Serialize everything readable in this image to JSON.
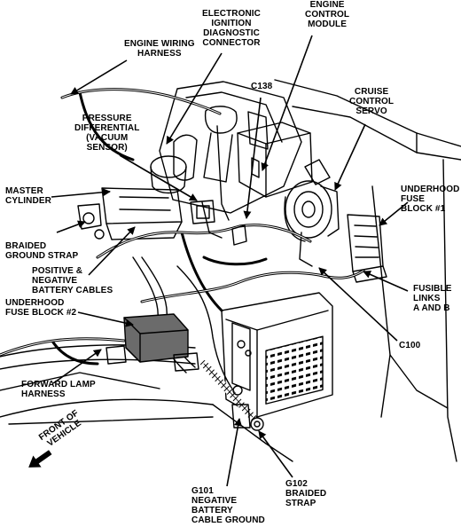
{
  "labels": {
    "engine_wiring_harness": "ENGINE WIRING\nHARNESS",
    "electronic_ignition": "ELECTRONIC\nIGNITION\nDIAGNOSTIC\nCONNECTOR",
    "engine_control_module": "ENGINE\nCONTROL\nMODULE",
    "c138": "C138",
    "cruise_control_servo": "CRUISE\nCONTROL\nSERVO",
    "pressure_differential": "PRESSURE\nDIFFERENTIAL\n(VACUUM\nSENSOR)",
    "master_cylinder": "MASTER\nCYLINDER",
    "underhood_fuse_block_1": "UNDERHOOD\nFUSE\nBLOCK #1",
    "braided_ground_strap": "BRAIDED\nGROUND STRAP",
    "positive_negative_cables": "POSITIVE &\nNEGATIVE\nBATTERY CABLES",
    "fusible_links": "FUSIBLE\nLINKS\nA AND B",
    "underhood_fuse_block_2": "UNDERHOOD\nFUSE BLOCK #2",
    "c100": "C100",
    "forward_lamp_harness": "FORWARD LAMP\nHARNESS",
    "front_of_vehicle": "FRONT OF\nVEHICLE",
    "g101": "G101\nNEGATIVE\nBATTERY\nCABLE GROUND",
    "g102": "G102\nBRAIDED\nSTRAP"
  },
  "colors": {
    "ink": "#000000",
    "paper": "#ffffff",
    "shade": "#444444"
  }
}
